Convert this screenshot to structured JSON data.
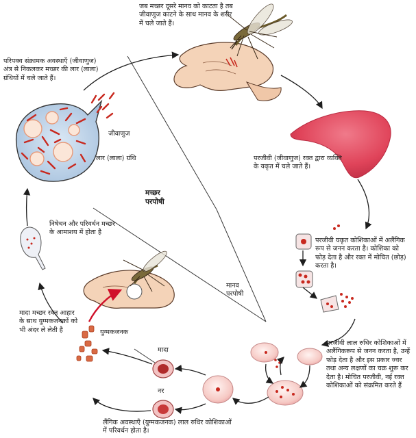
{
  "labels": {
    "mosquito_bite": "जब मच्छर दूसरे मानव को काटता है तब जीवाणुज काटने के साथ मानव के शरीर में चले जाते हैं।",
    "mature_stage": "परिपक्व संक्रामक अवस्थाएँ (जीवाणुज) अंत्र से निकलकर मच्छर की लार (लाला) ग्रंथियों में चले जाते हैं।",
    "sporozoite": "जीवाणुज",
    "salivary_gland": "लार (लाला) ग्रंथि",
    "liver_entry": "परजीवी (जीवाणुज) रक्त द्वारा व्यक्ति के यकृत में चले जाते हैं।",
    "mosquito_host": "मच्छर परपोषी",
    "human_host": "मानव परपोषी",
    "fertilization": "निषेचन और परिवर्धन मच्छर के आमाशय में होता है",
    "liver_multiplication": "परजीवी यकृत कोशिकाओं में अलैंगिक रूप से जनन करता है। कोशिका को फोड़ देता है और रक्त में मोचित (छोड़) करता है।",
    "female_mosquito": "मादा मच्छर रक्त आहार के साथ युग्मकजनकों को भी अंदर ले लेती है",
    "gametocytes": "युग्मकजनक",
    "rbc_multiplication": "परजीवी लाल रुधिर कोशिकाओं में अलैंगिकरूप से जनन करता है, उन्हें फोड़ देता है और इस प्रकार ज्वर तथा अन्य लक्षणों का चक्र शुरू कर देता है। मोचित परजीवी, नई रक्त कोशिकाओं को संक्रमित करते हैं",
    "female": "मादा",
    "male": "नर",
    "sexual_stage": "लैंगिक अवस्थाएँ (युग्मकजनक) लाल रुधिर कोशिकाओं में परिवर्धन होता है।"
  },
  "colors": {
    "parasite": "#c8281e",
    "liver": "#e0445a",
    "rbc": "#f3b8b8",
    "skin": "#f4d3b8",
    "arrow": "#1e1e1e",
    "feed_arrow": "#d0102a",
    "gland": "#bcd4ec"
  },
  "icons": [
    "mosquito-icon",
    "hand-icon",
    "liver-icon",
    "gland-icon",
    "zygote-icon",
    "cell-icon"
  ]
}
